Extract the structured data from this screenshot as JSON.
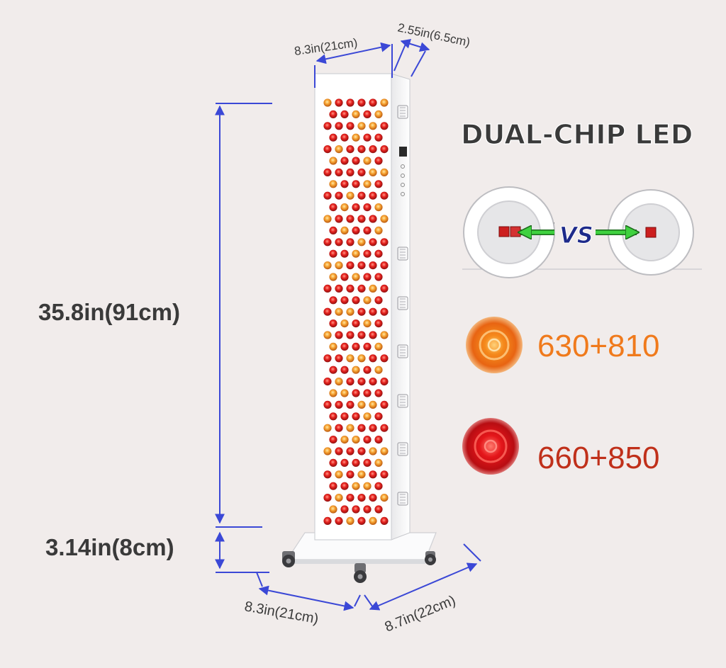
{
  "labels": {
    "top_width": "8.3in(21cm)",
    "top_depth": "2.55in(6.5cm)",
    "height_panel": "35.8in(91cm)",
    "height_base": "3.14in(8cm)",
    "base_width": "8.3in(21cm)",
    "base_depth": "8.7in(22cm)"
  },
  "feature": {
    "title": "DUAL-CHIP LED",
    "vs_label": "VS"
  },
  "wavelengths": [
    {
      "label": "630+810",
      "color": "#f07a1c"
    },
    {
      "label": "660+850",
      "color": "#c0301a"
    }
  ],
  "colors": {
    "dimension_line": "#3b48d6",
    "arrow_green": "#3fd13f",
    "led_red": "#e02424",
    "led_amber": "#f19a2a"
  }
}
